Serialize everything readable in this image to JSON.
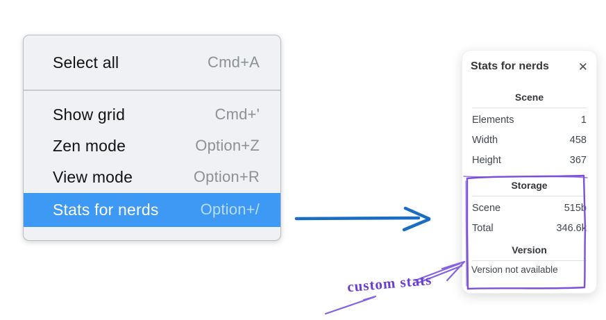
{
  "context_menu": {
    "items": [
      {
        "label": "Select all",
        "shortcut": "Cmd+A",
        "selected": false
      },
      {
        "label": "Show grid",
        "shortcut": "Cmd+'",
        "selected": false
      },
      {
        "label": "Zen mode",
        "shortcut": "Option+Z",
        "selected": false
      },
      {
        "label": "View mode",
        "shortcut": "Option+R",
        "selected": false
      },
      {
        "label": "Stats for nerds",
        "shortcut": "Option+/",
        "selected": true
      }
    ]
  },
  "stats_panel": {
    "title": "Stats for nerds",
    "close_glyph": "✕",
    "sections": [
      {
        "heading": "Scene",
        "rows": [
          {
            "label": "Elements",
            "value": "1"
          },
          {
            "label": "Width",
            "value": "458"
          },
          {
            "label": "Height",
            "value": "367"
          }
        ]
      },
      {
        "heading": "Storage",
        "rows": [
          {
            "label": "Scene",
            "value": "515b"
          },
          {
            "label": "Total",
            "value": "346.6k"
          }
        ]
      },
      {
        "heading": "Version",
        "note": "Version not available"
      }
    ]
  },
  "annotations": {
    "custom_stats_label": "custom stats",
    "colors": {
      "menu_highlight_blue": "#3d99f4",
      "arrow_blue": "#1a6dc2",
      "annotation_purple": "#7a4fd9"
    }
  }
}
